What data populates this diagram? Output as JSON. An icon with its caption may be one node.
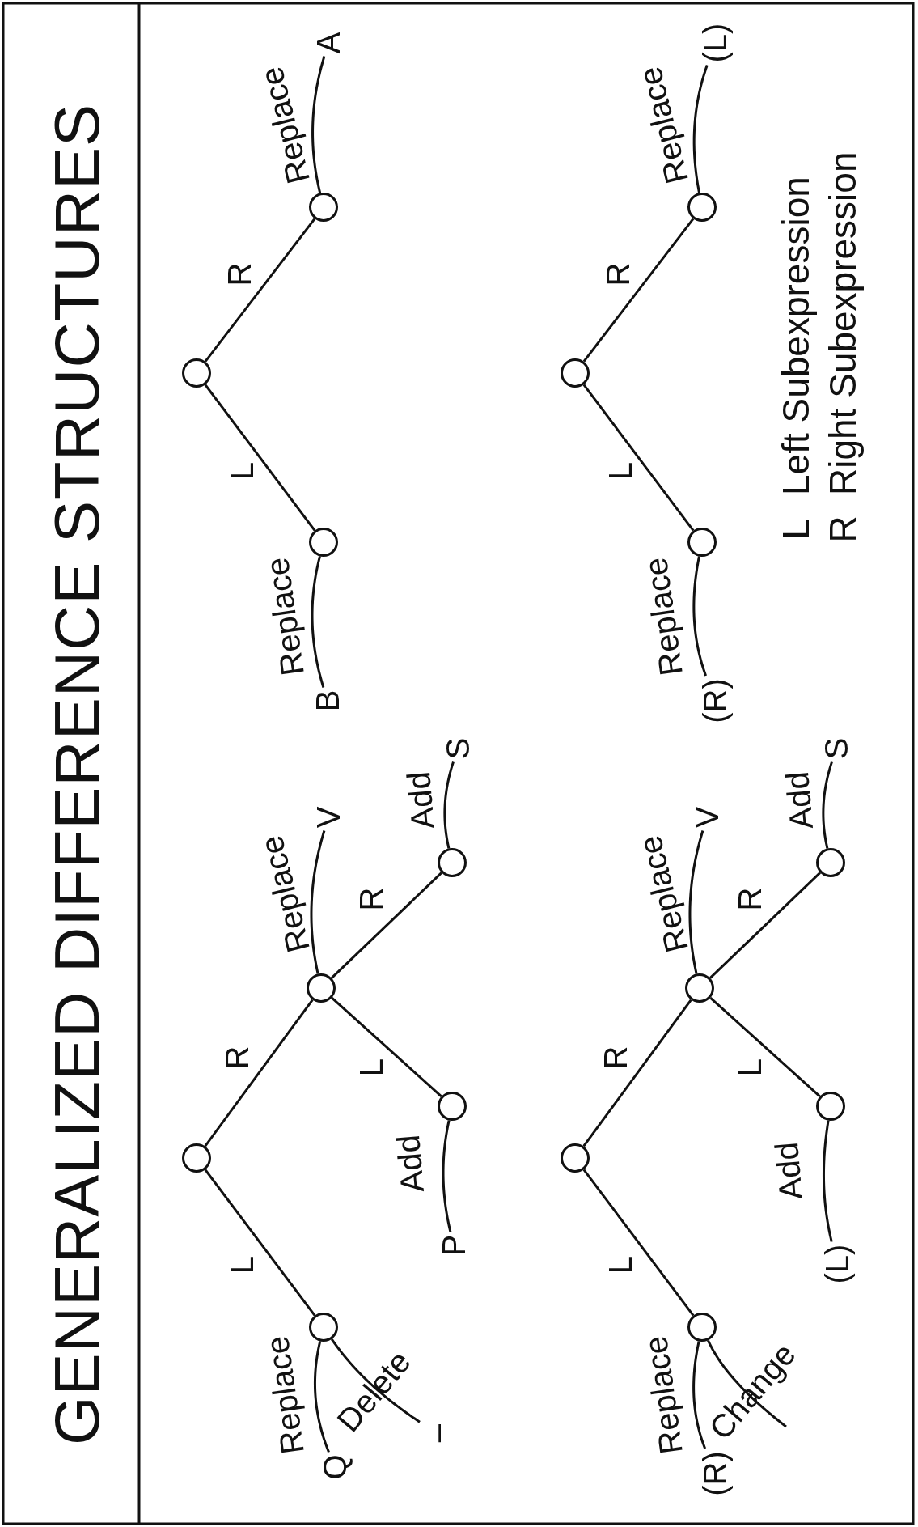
{
  "diagram": {
    "title": "GENERALIZED DIFFERENCE STRUCTURES",
    "nodes": [
      {
        "text": [],
        "shape": "circle"
      },
      {
        "text": [],
        "shape": "circle"
      },
      {
        "text": [
          "Q"
        ]
      },
      {
        "text": [
          "–"
        ]
      },
      {
        "text": [],
        "shape": "circle"
      },
      {
        "text": [
          "V"
        ]
      },
      {
        "text": [],
        "shape": "circle"
      },
      {
        "text": [
          "P"
        ]
      },
      {
        "text": [],
        "shape": "circle"
      },
      {
        "text": [
          "S"
        ]
      },
      {
        "text": [],
        "shape": "circle"
      },
      {
        "text": [],
        "shape": "circle"
      },
      {
        "text": [
          "B"
        ]
      },
      {
        "text": [],
        "shape": "circle"
      },
      {
        "text": [
          "A"
        ]
      },
      {
        "text": [],
        "shape": "circle"
      },
      {
        "text": [],
        "shape": "circle"
      },
      {
        "text": [
          "(R)"
        ]
      },
      {
        "text": [],
        "shape": "circle"
      },
      {
        "text": [
          "V"
        ]
      },
      {
        "text": [],
        "shape": "circle"
      },
      {
        "text": [
          "(L)"
        ]
      },
      {
        "text": [],
        "shape": "circle"
      },
      {
        "text": [
          "S"
        ]
      },
      {
        "text": [],
        "shape": "circle"
      },
      {
        "text": [],
        "shape": "circle"
      },
      {
        "text": [
          "(R)"
        ]
      },
      {
        "text": [],
        "shape": "circle"
      },
      {
        "text": [
          "(L)"
        ]
      }
    ],
    "edges": [
      {
        "from": 0,
        "to": 1,
        "arrow": "none",
        "label": "L"
      },
      {
        "from": 0,
        "to": 4,
        "arrow": "none",
        "label": "R"
      },
      {
        "from": 4,
        "to": 6,
        "arrow": "none",
        "label": "L"
      },
      {
        "from": 4,
        "to": 8,
        "arrow": "none",
        "label": "R"
      },
      {
        "from": 1,
        "to": 2,
        "arrow": "none",
        "label": "Replace"
      },
      {
        "from": 1,
        "to": 3,
        "arrow": "none",
        "label": "Delete"
      },
      {
        "from": 4,
        "to": 5,
        "arrow": "none",
        "label": "Replace"
      },
      {
        "from": 6,
        "to": 7,
        "arrow": "none",
        "label": "Add"
      },
      {
        "from": 8,
        "to": 9,
        "arrow": "none",
        "label": "Add"
      },
      {
        "from": 10,
        "to": 11,
        "arrow": "none",
        "label": "L"
      },
      {
        "from": 10,
        "to": 13,
        "arrow": "none",
        "label": "R"
      },
      {
        "from": 11,
        "to": 12,
        "arrow": "none",
        "label": "Replace"
      },
      {
        "from": 13,
        "to": 14,
        "arrow": "none",
        "label": "Replace"
      },
      {
        "from": 15,
        "to": 16,
        "arrow": "none",
        "label": "L"
      },
      {
        "from": 15,
        "to": 18,
        "arrow": "none",
        "label": "R"
      },
      {
        "from": 18,
        "to": 20,
        "arrow": "none",
        "label": "L"
      },
      {
        "from": 18,
        "to": 22,
        "arrow": "none",
        "label": "R"
      },
      {
        "from": 16,
        "to": 17,
        "arrow": "none",
        "label": "Replace"
      },
      {
        "from": 16,
        "to": null,
        "arrow": "none",
        "label": "Change"
      },
      {
        "from": 18,
        "to": 19,
        "arrow": "none",
        "label": "Replace"
      },
      {
        "from": 20,
        "to": 21,
        "arrow": "none",
        "label": "Add"
      },
      {
        "from": 22,
        "to": 23,
        "arrow": "none",
        "label": "Add"
      },
      {
        "from": 24,
        "to": 25,
        "arrow": "none",
        "label": "L"
      },
      {
        "from": 24,
        "to": 27,
        "arrow": "none",
        "label": "R"
      },
      {
        "from": 25,
        "to": 26,
        "arrow": "none",
        "label": "Replace"
      },
      {
        "from": 27,
        "to": 28,
        "arrow": "none",
        "label": "Replace"
      }
    ],
    "labels": [
      "L",
      "Left Subexpression",
      "R",
      "Right Subexpression"
    ]
  }
}
